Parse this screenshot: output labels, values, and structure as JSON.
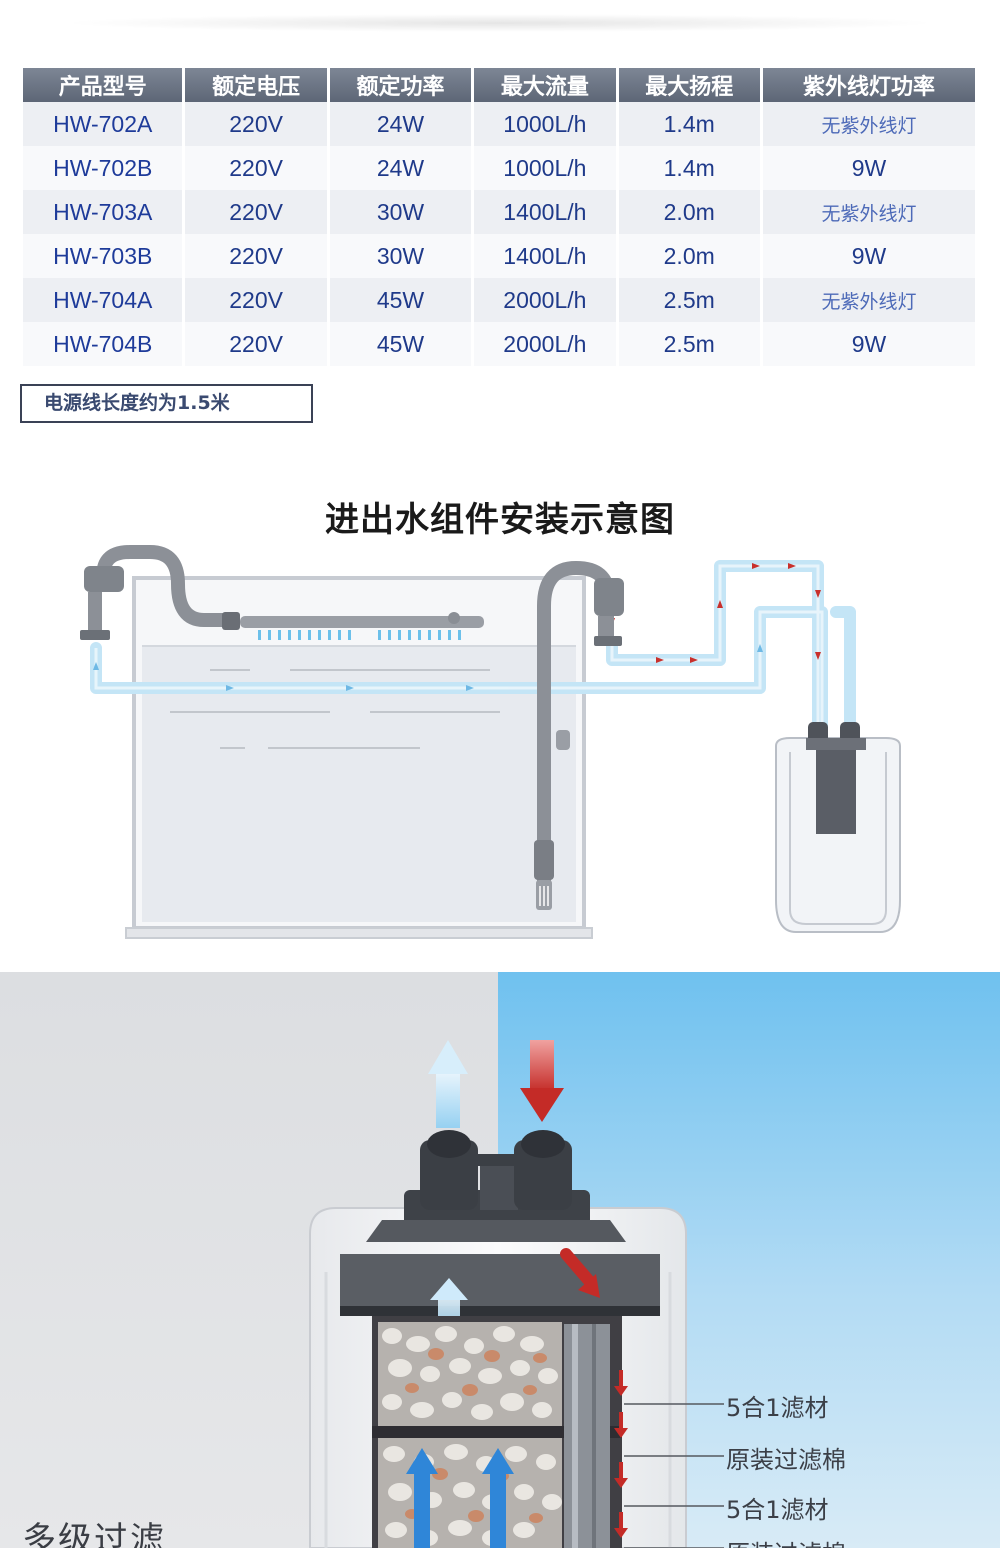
{
  "spec_table": {
    "headers": [
      "产品型号",
      "额定电压",
      "额定功率",
      "最大流量",
      "最大扬程",
      "紫外线灯功率"
    ],
    "rows": [
      [
        "HW-702A",
        "220V",
        "24W",
        "1000L/h",
        "1.4m",
        "无紫外线灯"
      ],
      [
        "HW-702B",
        "220V",
        "24W",
        "1000L/h",
        "1.4m",
        "9W"
      ],
      [
        "HW-703A",
        "220V",
        "30W",
        "1400L/h",
        "2.0m",
        "无紫外线灯"
      ],
      [
        "HW-703B",
        "220V",
        "30W",
        "1400L/h",
        "2.0m",
        "9W"
      ],
      [
        "HW-704A",
        "220V",
        "45W",
        "2000L/h",
        "2.5m",
        "无紫外线灯"
      ],
      [
        "HW-704B",
        "220V",
        "45W",
        "2000L/h",
        "2.5m",
        "9W"
      ]
    ]
  },
  "cable_note": "电源线长度约为1.5米",
  "diagram_title": "进出水组件安装示意图",
  "filter_labels": [
    "5合1滤材",
    "原装过滤棉",
    "5合1滤材",
    "原装过滤棉"
  ],
  "section_corner_text": "多级过滤",
  "colors": {
    "header_bg": "#6b7483",
    "value_text": "#1f3a8a",
    "pipe_blue": "#bfe3f5",
    "flow_in_red": "#c9302c",
    "flow_out_blue": "#9fd3f2",
    "right_bg": "#6fc1ef"
  }
}
